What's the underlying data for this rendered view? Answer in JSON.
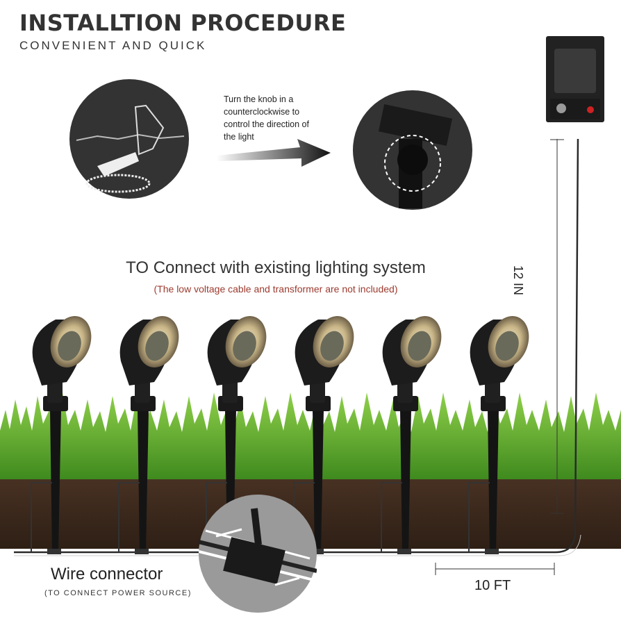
{
  "header": {
    "title": "INSTALLTION PROCEDURE",
    "subtitle": "CONVENIENT AND QUICK"
  },
  "step_instruction": {
    "text": "Turn the knob in a counterclockwise to control the direction of the light"
  },
  "connect": {
    "heading": "TO Connect with existing lighting system",
    "note": "(The low voltage cable and transformer are not included)"
  },
  "wire_connector": {
    "label": "Wire connector",
    "sublabel": "(TO CONNECT POWER SOURCE)"
  },
  "dimensions": {
    "cable_length": "10 FT",
    "spacing": "12 IN"
  },
  "lights": {
    "count": 6
  },
  "colors": {
    "soil": "#3e2a1e",
    "grass": "#5aa82a",
    "fixture": "#1a1a1a",
    "glow": "#e8d8b0",
    "note": "#9b3a2e"
  }
}
